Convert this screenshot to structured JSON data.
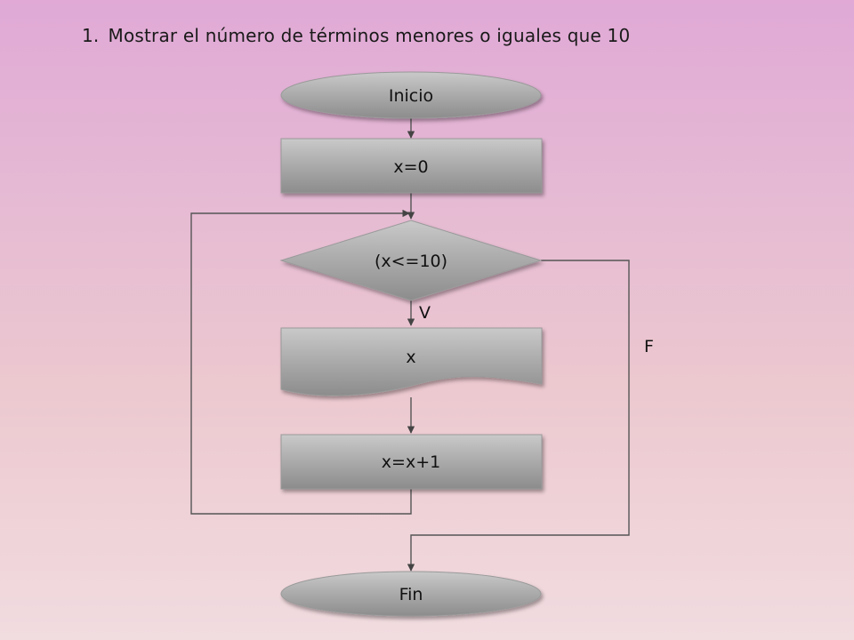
{
  "slide": {
    "item_number": "1.",
    "title": "Mostrar el número de términos menores o iguales que 10"
  },
  "flowchart": {
    "start_label": "Inicio",
    "init_label": "x=0",
    "condition_label": "(x<=10)",
    "output_label": "x",
    "increment_label": "x=x+1",
    "end_label": "Fin",
    "true_label": "V",
    "false_label": "F"
  },
  "colors": {
    "shape_fill_light": "#c8c8c8",
    "shape_fill_dark": "#8a8a8a",
    "line_color": "#555555"
  }
}
